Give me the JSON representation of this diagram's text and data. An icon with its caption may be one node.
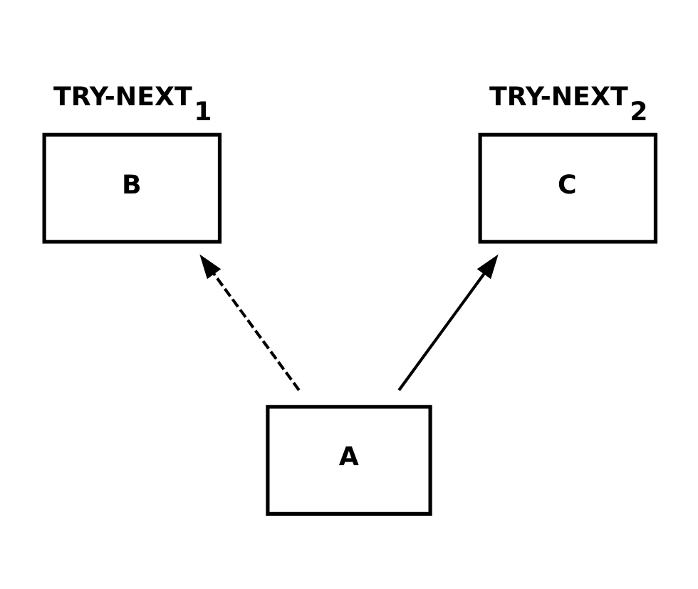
{
  "diagram": {
    "nodes": [
      {
        "text": [
          "B"
        ],
        "beside": [
          "TRY-NEXT$_{1}$"
        ]
      },
      {
        "text": [
          "C"
        ],
        "beside": [
          "TRY-NEXT$_{2}$"
        ]
      },
      {
        "text": [
          "A"
        ]
      }
    ],
    "edges": [
      {
        "from": 2,
        "to": 0,
        "arrow": "to",
        "style": "dashed"
      },
      {
        "from": 2,
        "to": 1,
        "arrow": "to"
      }
    ]
  }
}
